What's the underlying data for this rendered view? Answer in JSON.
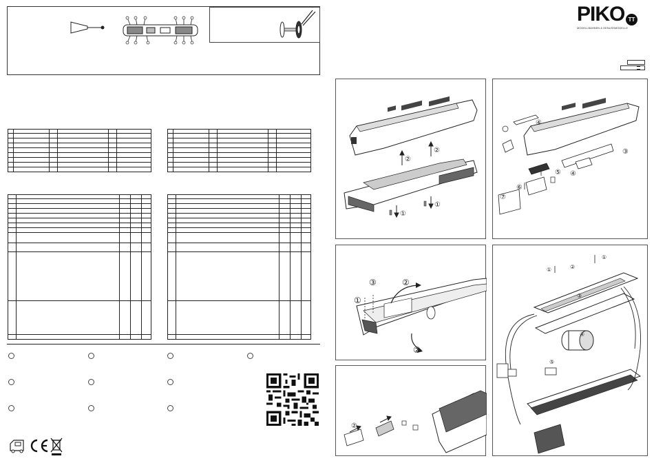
{
  "brand": {
    "logo_text": "PIKO",
    "badge": "TT",
    "tagline": "MODELLBAHNEN & GENUSSMODELLE"
  },
  "colors": {
    "line": "#222222",
    "panel_border": "#555555",
    "background": "#ffffff"
  },
  "qr_icon": "qr-code-icon",
  "footer_icons": [
    "train-icon",
    "ce-mark-icon",
    "crossed-bin-icon"
  ],
  "step_labels": {
    "p1_top": [
      "②",
      "②"
    ],
    "p1_bottom": [
      "①",
      "①"
    ],
    "p2": [
      "④",
      "③",
      "④",
      "⑤",
      "⑥",
      "⑦"
    ],
    "p3": [
      "③",
      "②",
      "①",
      "②"
    ],
    "p4": [
      "①",
      "②",
      "①",
      "③",
      "④",
      "⑤"
    ],
    "p5": [
      "②"
    ]
  }
}
